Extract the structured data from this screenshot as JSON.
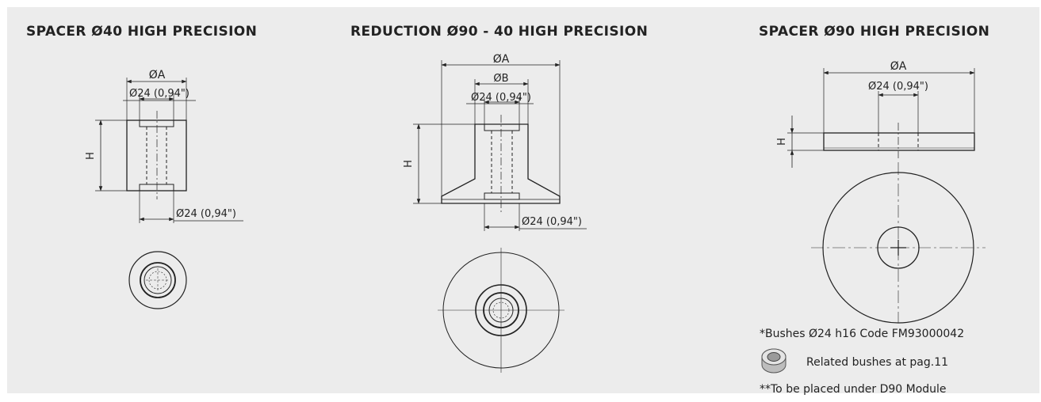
{
  "titles": {
    "spacer40": "SPACER Ø40 HIGH PRECISION",
    "reduction": "REDUCTION Ø90 - 40 HIGH PRECISION",
    "spacer90": "SPACER Ø90 HIGH PRECISION"
  },
  "dims": {
    "diam_a": "ØA",
    "diam_b": "ØB",
    "bore": "Ø24 (0,94\")",
    "height": "H"
  },
  "notes": {
    "bushes_code": "*Bushes Ø24 h16 Code FM93000042",
    "related": "Related bushes at pag.11",
    "placement": "**To be placed under D90 Module"
  },
  "icons": [
    "bush-icon"
  ],
  "colors": {
    "background": "#ececec",
    "ink": "#222222"
  }
}
